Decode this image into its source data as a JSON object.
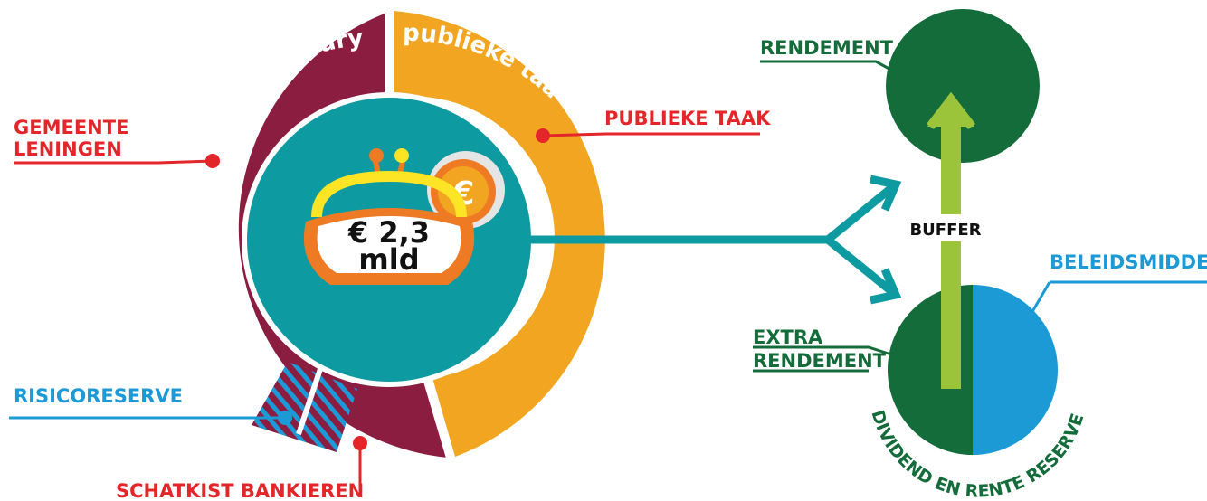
{
  "ring": {
    "treasury_label": "treaury",
    "public_label": "publieke taak"
  },
  "purse": {
    "amount_line1": "€ 2,3",
    "amount_line2": "mld",
    "coin_symbol": "€"
  },
  "callouts": {
    "gemeente_line1": "GEMEENTE",
    "gemeente_line2": "LENINGEN",
    "publieke_taak": "PUBLIEKE TAAK",
    "risicoreserve": "RISICORESERVE",
    "schatkist": "SCHATKIST BANKIEREN"
  },
  "right": {
    "rendement": "RENDEMENT",
    "buffer": "BUFFER",
    "beleidsmiddelen": "BELEIDSMIDDELE",
    "extra_line1": "EXTRA",
    "extra_line2": "RENDEMENT",
    "dividend_arc": "DIVIDEND EN RENTE RESERVE"
  },
  "colors": {
    "maroon": "#8b1d41",
    "orange": "#f2a521",
    "teal": "#0e9aa1",
    "red": "#e3262a",
    "blue": "#1c9ad6",
    "dark_green": "#136c3a",
    "lime": "#9cc43a",
    "purse_orange": "#ef7a24",
    "purse_yellow": "#fde424"
  }
}
